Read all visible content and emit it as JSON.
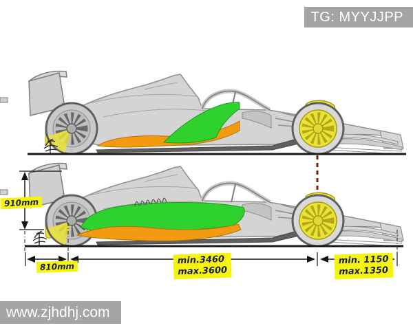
{
  "badges": {
    "tg": "TG: MYYJJPP",
    "site": "www.zjhdhj.com"
  },
  "dimensions": {
    "rear_wing_height": "910mm",
    "rear_overhang": "810mm",
    "wheelbase": {
      "min": "min.3460",
      "max": "max.3600"
    },
    "front_overhang": {
      "min": "min. 1150",
      "max": "max.1350"
    }
  },
  "colors": {
    "badge_bg": "#a5a5a5",
    "badge_text": "#ffffff",
    "label_bg": "#f4f40c",
    "label_text": "#1e1e5a",
    "highlight_green": "#2ed12e",
    "highlight_orange": "#f29a12",
    "wheel_yellow": "#e9e335",
    "axle_line_red": "#7a1e1e",
    "car_body_grey": "#d4d4d4",
    "outline_grey": "#8f8f8f",
    "ground_black": "#1a1a1a"
  }
}
